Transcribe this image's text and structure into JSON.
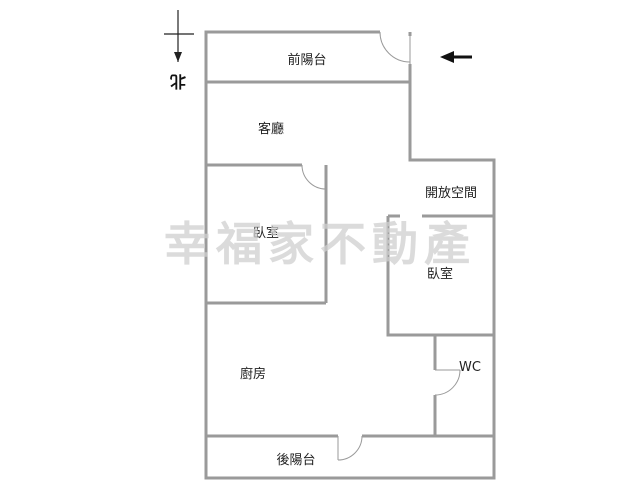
{
  "north_label": "北",
  "rooms": {
    "front_balcony": "前陽台",
    "living_room": "客廳",
    "bedroom_1": "臥室",
    "open_space": "開放空間",
    "bedroom_2": "臥室",
    "kitchen": "廚房",
    "wc": "WC",
    "rear_balcony": "後陽台"
  },
  "watermark": "幸福家不動產",
  "colors": {
    "wall": "#9a9a9a",
    "watermark": "#cfcfcf",
    "arrow": "#111111"
  },
  "icons": {
    "north_arrow": "compass-north-icon",
    "entrance_arrow": "arrow-left-icon"
  }
}
